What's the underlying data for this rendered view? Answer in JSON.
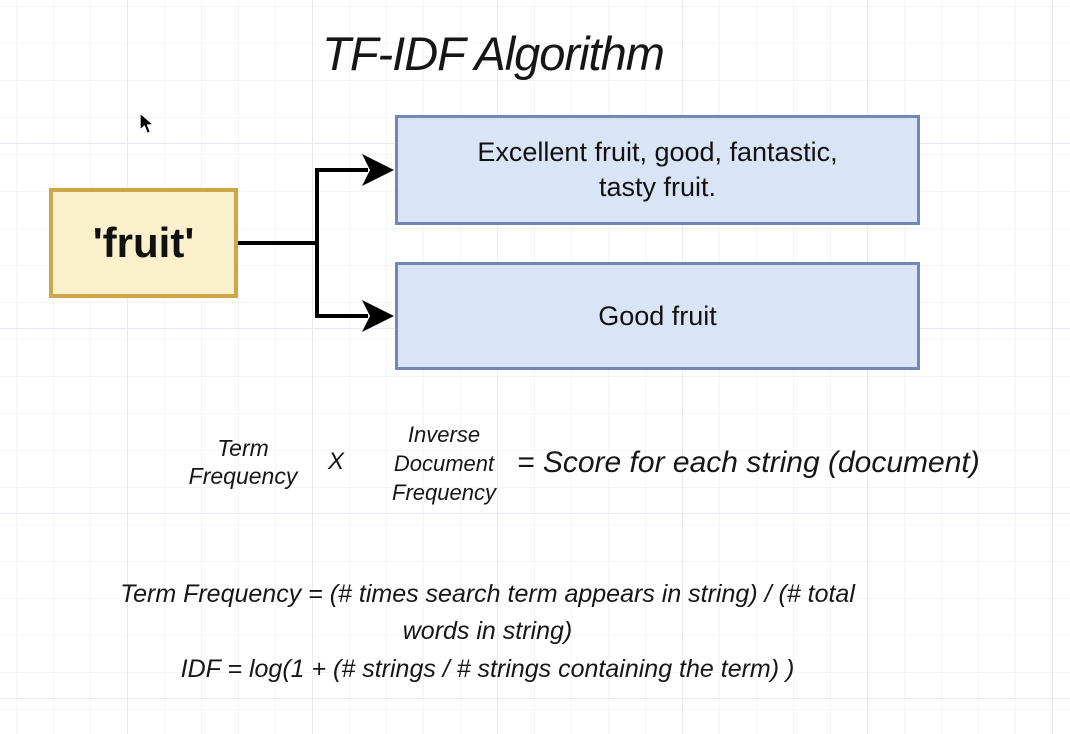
{
  "title": "TF-IDF Algorithm",
  "icons": {
    "cursor": "mouse-pointer-icon"
  },
  "colors": {
    "term_box_fill": "#FBF0CC",
    "term_box_border": "#CBA64D",
    "document_box_fill": "#D9E5F7",
    "document_box_border": "#7187B5",
    "connector": "#000000",
    "grid_line": "#e7eaf0"
  },
  "diagram": {
    "term_box": {
      "label": "'fruit'"
    },
    "document_boxes": [
      {
        "label": "Excellent fruit, good, fantastic,\ntasty fruit."
      },
      {
        "label": "Good fruit"
      }
    ]
  },
  "formula": {
    "left_operand": "Term\nFrequency",
    "operator": "X",
    "right_operand": "Inverse\nDocument\nFrequency",
    "result": "= Score for each string (document)"
  },
  "definitions": {
    "term_frequency": "Term Frequency = (# times search term appears in string) / (# total\nwords in string)",
    "idf": "IDF = log(1 + (# strings / # strings containing the term) )"
  }
}
